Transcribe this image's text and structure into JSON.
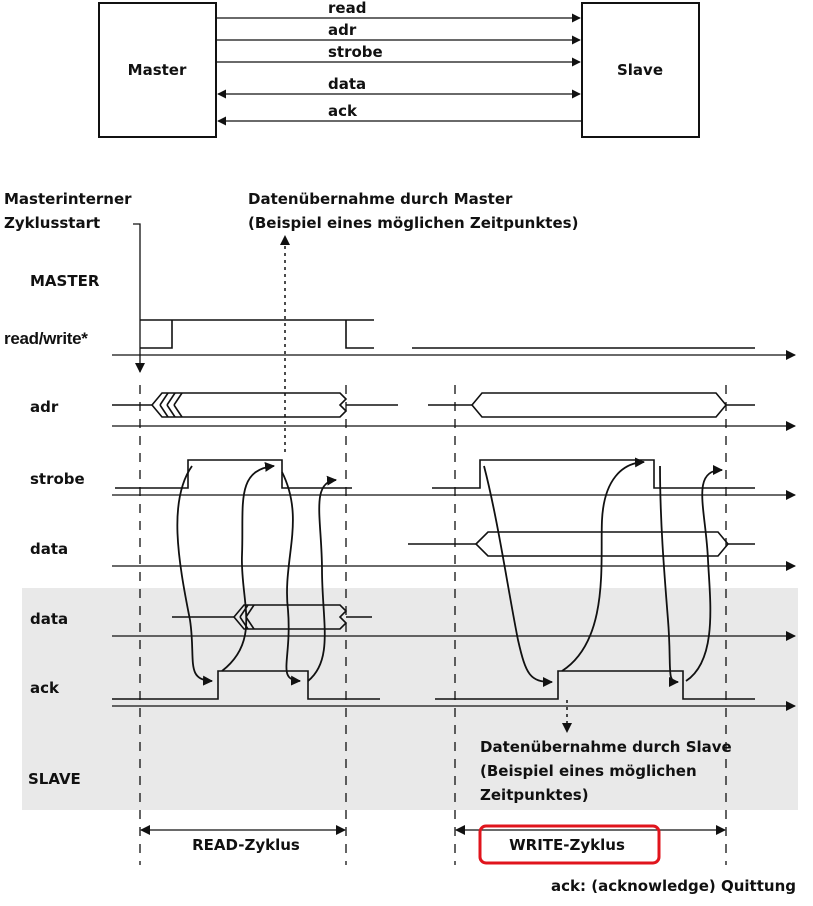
{
  "top": {
    "master": "Master",
    "slave": "Slave",
    "signals": [
      "read",
      "adr",
      "strobe",
      "data",
      "ack"
    ]
  },
  "annotations": {
    "cycle_start_line1": "Masterinterner",
    "cycle_start_line2": "Zyklusstart",
    "master_takeover_line1": "Datenübernahme durch Master",
    "master_takeover_line2": "(Beispiel eines möglichen Zeitpunktes)",
    "slave_takeover_line1": "Datenübernahme durch Slave",
    "slave_takeover_line2": "(Beispiel eines möglichen",
    "slave_takeover_line3": "Zeitpunktes)",
    "footnote": "ack: (acknowledge) Quittung"
  },
  "sections": {
    "master": "MASTER",
    "slave": "SLAVE"
  },
  "timing_labels": {
    "read_write": "read/write*",
    "adr": "adr",
    "strobe": "strobe",
    "data_master": "data",
    "data_slave": "data",
    "ack": "ack"
  },
  "cycles": {
    "read": "READ-Zyklus",
    "write": "WRITE-Zyklus"
  },
  "colors": {
    "slave_shading": "#e9e9e9",
    "highlight": "#e0141c",
    "ink": "#111111"
  }
}
